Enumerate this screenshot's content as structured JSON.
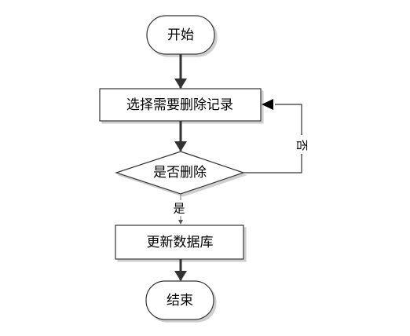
{
  "flowchart": {
    "start_label": "开始",
    "select_label": "选择需要删除记录",
    "decision_label": "是否删除",
    "update_label": "更新数据库",
    "end_label": "结束",
    "yes_label": "是",
    "no_label": "否"
  }
}
